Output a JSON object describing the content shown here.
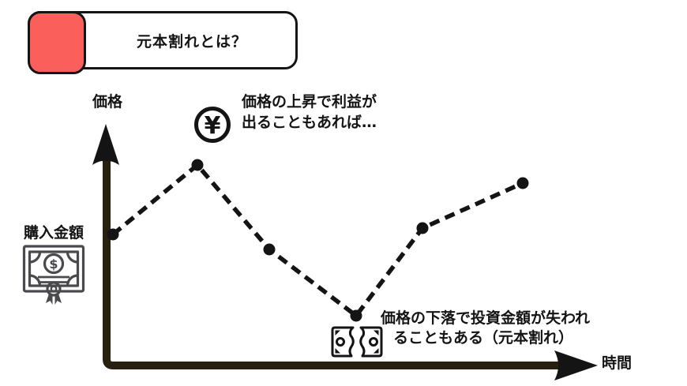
{
  "title_banner": {
    "label": "元本割れとは？",
    "accent_color": "#fa5f5c"
  },
  "chart": {
    "type": "line",
    "style": "dashed",
    "y_axis_label": "価格",
    "x_axis_label": "時間",
    "baseline_label": "購入金額",
    "line_color": "#141414",
    "axis_color": "#271f10",
    "points": [
      [
        143,
        297
      ],
      [
        250,
        209
      ],
      [
        341,
        316
      ],
      [
        451,
        400
      ],
      [
        535,
        289
      ],
      [
        662,
        232
      ]
    ]
  },
  "annotations": {
    "profit": {
      "line1": "価格の上昇で利益が",
      "line2": "出ることもあれば…",
      "currency_symbol": "¥"
    },
    "loss": {
      "line1": "価格の下落で投資金額が失われ",
      "line2": "ることもある（元本割れ）"
    }
  }
}
